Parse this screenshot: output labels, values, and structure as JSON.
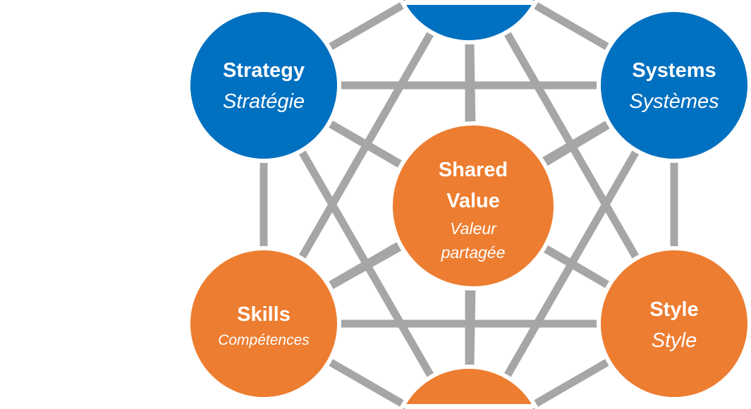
{
  "colors": {
    "blue": "#0070c0",
    "orange": "#ed7d31",
    "line": "#a6a6a6"
  },
  "nodes": {
    "strategy": {
      "en": "Strategy",
      "fr": "Stratégie"
    },
    "systems": {
      "en": "Systems",
      "fr": "Systèmes"
    },
    "shared": {
      "en1": "Shared",
      "en2": "Value",
      "fr1": "Valeur",
      "fr2": "partagée"
    },
    "skills": {
      "en": "Skills",
      "fr": "Compétences"
    },
    "style": {
      "en": "Style",
      "fr": "Style"
    }
  }
}
